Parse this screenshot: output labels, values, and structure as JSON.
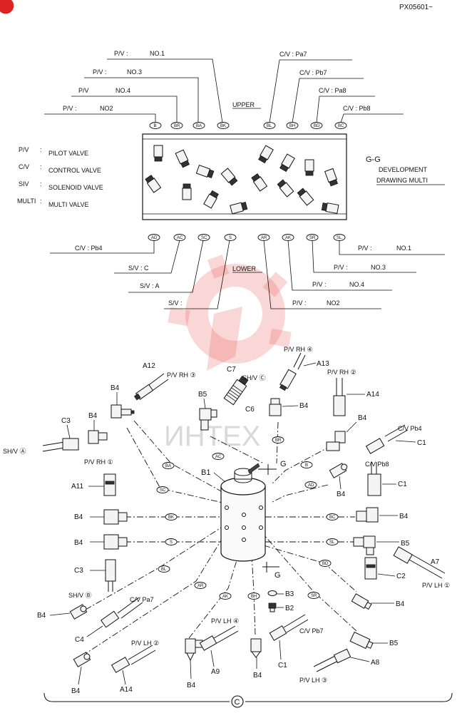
{
  "header": {
    "part_code": "PX05601~"
  },
  "development_view": {
    "upper_label": "UPPER",
    "lower_label": "LOWER",
    "section_title": "G-G",
    "section_subtitle_1": "DEVELOPMENT",
    "section_subtitle_2": "DRAWING MULTI",
    "legend": [
      {
        "abbr": "P/V",
        "sep": ":",
        "text": "PILOT VALVE"
      },
      {
        "abbr": "C/V",
        "sep": ":",
        "text": "CONTROL VALVE"
      },
      {
        "abbr": "SIV",
        "sep": ":",
        "text": "SOLENOID VALVE"
      },
      {
        "abbr": "MULTI",
        "sep": ":",
        "text": "MULTI VALVE"
      }
    ],
    "upper_ports": [
      {
        "tag": "B",
        "label": "P/V :",
        "value": "NO2"
      },
      {
        "tag": "BR",
        "label": "P/V",
        "value": "NO.4"
      },
      {
        "tag": "BA",
        "label": "P/V :",
        "value": "NO.3"
      },
      {
        "tag": "BK",
        "label": "P/V :",
        "value": "NO.1"
      },
      {
        "tag": "BL",
        "label": "C/V : Pa7",
        "value": ""
      },
      {
        "tag": "BH",
        "label": "C/V : Pb7",
        "value": ""
      },
      {
        "tag": "BD",
        "label": "C/V : Pa8",
        "value": ""
      },
      {
        "tag": "BC",
        "label": "C/V : Pb8",
        "value": ""
      }
    ],
    "lower_ports": [
      {
        "tag": "AD",
        "label": "C/V : Pb4",
        "value": ""
      },
      {
        "tag": "AC",
        "label": "S/V : C",
        "value": ""
      },
      {
        "tag": "SC",
        "label": "S/V : A",
        "value": ""
      },
      {
        "tag": "S",
        "label": "S/V :",
        "value": ""
      },
      {
        "tag": "AR",
        "label": "P/V :",
        "value": "NO2"
      },
      {
        "tag": "AK",
        "label": "P/V :",
        "value": "NO.4"
      },
      {
        "tag": "SR",
        "label": "P/V :",
        "value": "NO.3"
      },
      {
        "tag": "SL",
        "label": "P/V :",
        "value": "NO.1"
      }
    ]
  },
  "assembly": {
    "section_marker": "G",
    "bottom_marker": "C",
    "watermark_text": "ИНТЕХ",
    "center_label": "B1",
    "part_labels": {
      "a12": "A12",
      "a13": "A13",
      "a14_top": "A14",
      "a14_bottom": "A14",
      "a11": "A11",
      "a7": "A7",
      "a8": "A8",
      "a9": "A9",
      "c7": "C7",
      "c6": "C6",
      "c3": "C3",
      "c3b": "C3",
      "c1a": "C1",
      "c1b": "C1",
      "c1c": "C1",
      "c2": "C2",
      "c4": "C4",
      "b5a": "B5",
      "b5b": "B5",
      "b5c": "B5",
      "b3": "B3",
      "b2": "B2",
      "b4": "B4"
    },
    "callouts": {
      "pv_rh3": "P/V RH ③",
      "pv_rh4": "P/V RH ④",
      "pv_rh2": "P/V RH ②",
      "pv_rh1": "P/V RH ①",
      "shv_c": "SH/V Ⓒ",
      "shv_a": "SH/V Ⓐ",
      "shv_b": "SH/V Ⓑ",
      "cv_pb4": "C/V Pb4",
      "cv_pb8": "C/V Pb8",
      "cv_pa7": "C/V Pa7",
      "cv_pb7": "C/V Pb7",
      "pv_lh1": "P/V LH ①",
      "pv_lh2": "P/V LH ②",
      "pv_lh3": "P/V LH ③",
      "pv_lh4": "P/V LH ④"
    },
    "hose_tags": [
      "BA",
      "BR",
      "AC",
      "SC",
      "B",
      "AD",
      "BK",
      "BC",
      "S",
      "SL",
      "BL",
      "BD",
      "AR",
      "AK",
      "BH",
      "SR"
    ]
  }
}
